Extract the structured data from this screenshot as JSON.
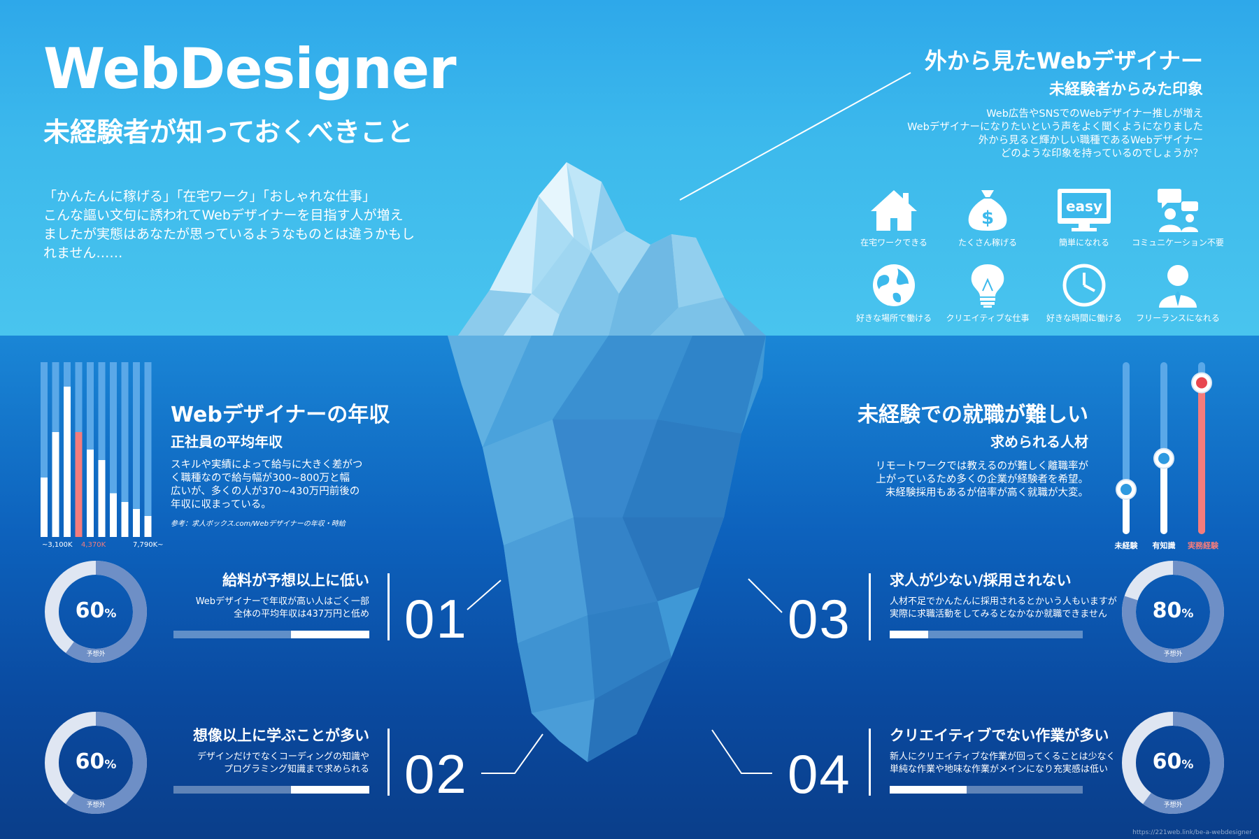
{
  "header": {
    "title": "WebDesigner",
    "subtitle": "未経験者が知っておくべきこと",
    "intro_lines": [
      "「かんたんに稼げる」「在宅ワーク」「おしゃれな仕事」",
      "こんな謳い文句に誘われてWebデザイナーを目指す人が増え",
      "ましたが実態はあなたが思っているようなものとは違うかもし",
      "れません……"
    ]
  },
  "outside": {
    "title": "外から見たWebデザイナー",
    "subtitle": "未経験者からみた印象",
    "body_lines": [
      "Web広告やSNSでのWebデザイナー推しが増え",
      "Webデザイナーになりたいという声をよく聞くようになりました",
      "外から見ると輝かしい職種であるWebデザイナー",
      "どのような印象を持っているのでしょうか？"
    ],
    "icons": [
      {
        "icon": "house-icon",
        "label": "在宅ワークできる"
      },
      {
        "icon": "money-bag-icon",
        "label": "たくさん稼げる"
      },
      {
        "icon": "monitor-icon",
        "label": "簡単になれる",
        "screen_text": "easy"
      },
      {
        "icon": "communication-icon",
        "label": "コミュニケーション不要"
      },
      {
        "icon": "globe-icon",
        "label": "好きな場所で働ける"
      },
      {
        "icon": "lightbulb-icon",
        "label": "クリエイティブな仕事"
      },
      {
        "icon": "clock-icon",
        "label": "好きな時間に働ける"
      },
      {
        "icon": "person-icon",
        "label": "フリーランスになれる"
      }
    ]
  },
  "salary": {
    "title": "Webデザイナーの年収",
    "subtitle": "正社員の平均年収",
    "body_lines": [
      "スキルや実績によって給与に大きく差がつ",
      "く職種なので給与幅が300~800万と幅",
      "広いが、多くの人が370~430万円前後の",
      "年収に収まっている。"
    ],
    "source": "参考：求人ボックス.com/Webデザイナーの年収・時給"
  },
  "employment": {
    "title": "未経験での就職が難しい",
    "subtitle": "求められる人材",
    "body_lines": [
      "リモートワークでは教えるのが難しく離職率が",
      "上がっているため多くの企業が経験者を希望。",
      "未経験採用もあるが倍率が高く就職が大変。"
    ]
  },
  "cards": [
    {
      "no": "01",
      "title": "給料が予想以上に低い",
      "lines": [
        "Webデザイナーで年収が高い人はごく一部",
        "全体の平均年収は437万円と低め"
      ],
      "progress": 0.4
    },
    {
      "no": "02",
      "title": "想像以上に学ぶことが多い",
      "lines": [
        "デザインだけでなくコーディングの知識や",
        "プログラミング知識まで求められる"
      ],
      "progress": 0.4
    },
    {
      "no": "03",
      "title": "求人が少ない/採用されない",
      "lines": [
        "人材不足でかんたんに採用されるとかいう人もいますが",
        "実際に求職活動をしてみるとなかなか就職できません"
      ],
      "progress": 0.2
    },
    {
      "no": "04",
      "title": "クリエイティブでない作業が多い",
      "lines": [
        "新人にクリエイティブな作業が回ってくることは少なく",
        "単純な作業や地味な作業がメインになり充実感は低い"
      ],
      "progress": 0.4
    }
  ],
  "donuts": [
    {
      "percent": 60,
      "pct_label": "60",
      "unit": "%",
      "caption": "予想外"
    },
    {
      "percent": 60,
      "pct_label": "60",
      "unit": "%",
      "caption": "予想外"
    },
    {
      "percent": 80,
      "pct_label": "80",
      "unit": "%",
      "caption": "予想外"
    },
    {
      "percent": 60,
      "pct_label": "60",
      "unit": "%",
      "caption": "予想外"
    }
  ],
  "sliders": [
    {
      "label": "未経験",
      "level": 0.26,
      "highlight": false
    },
    {
      "label": "有知識",
      "level": 0.44,
      "highlight": false
    },
    {
      "label": "実務経験",
      "level": 0.88,
      "highlight": true
    }
  ],
  "colors": {
    "accent": "#f47c7c",
    "track": "#5aa8e8",
    "bar": "#ffffff"
  },
  "footer": {
    "url": "https://221web.link/be-a-webdesigner"
  },
  "chart_data": {
    "type": "bar",
    "categories": [
      "~3,100K",
      "",
      "",
      "4,370K",
      "",
      "",
      "",
      "",
      "",
      "7,790K~"
    ],
    "x_tick_labels": [
      "~3,100K",
      "4,370K",
      "7,790K~"
    ],
    "values": [
      0.34,
      0.6,
      0.86,
      0.6,
      0.5,
      0.44,
      0.25,
      0.2,
      0.16,
      0.12
    ],
    "highlight_index": 3,
    "ylim": [
      0,
      1
    ],
    "grid": false,
    "legend": "none"
  }
}
